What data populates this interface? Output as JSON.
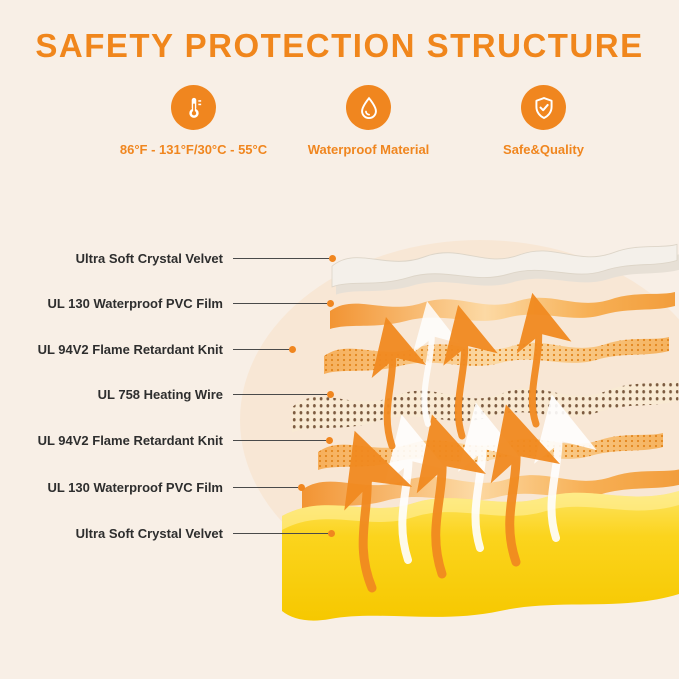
{
  "title": "SAFETY PROTECTION STRUCTURE",
  "features": [
    {
      "icon": "thermometer-icon",
      "label": "86°F - 131°F/30°C - 55°C"
    },
    {
      "icon": "waterdrop-icon",
      "label": "Waterproof Material"
    },
    {
      "icon": "shield-check-icon",
      "label": "Safe&Quality"
    }
  ],
  "layers": [
    {
      "label": "Ultra Soft Crystal Velvet"
    },
    {
      "label": "UL 130 Waterproof PVC Film"
    },
    {
      "label": "UL 94V2 Flame Retardant Knit"
    },
    {
      "label": "UL 758 Heating Wire"
    },
    {
      "label": "UL 94V2 Flame Retardant Knit"
    },
    {
      "label": "UL 130 Waterproof PVC Film"
    },
    {
      "label": "Ultra Soft Crystal Velvet"
    }
  ],
  "colors": {
    "background": "#f8efe6",
    "accent_orange": "#f0861f",
    "label_text": "#2e2e2e",
    "top_velvet_white": "#f4f0ea",
    "pvc_orange": "#f29433",
    "wire_brown": "#7c5b40",
    "velvet_yellow": "#f8ce00"
  }
}
